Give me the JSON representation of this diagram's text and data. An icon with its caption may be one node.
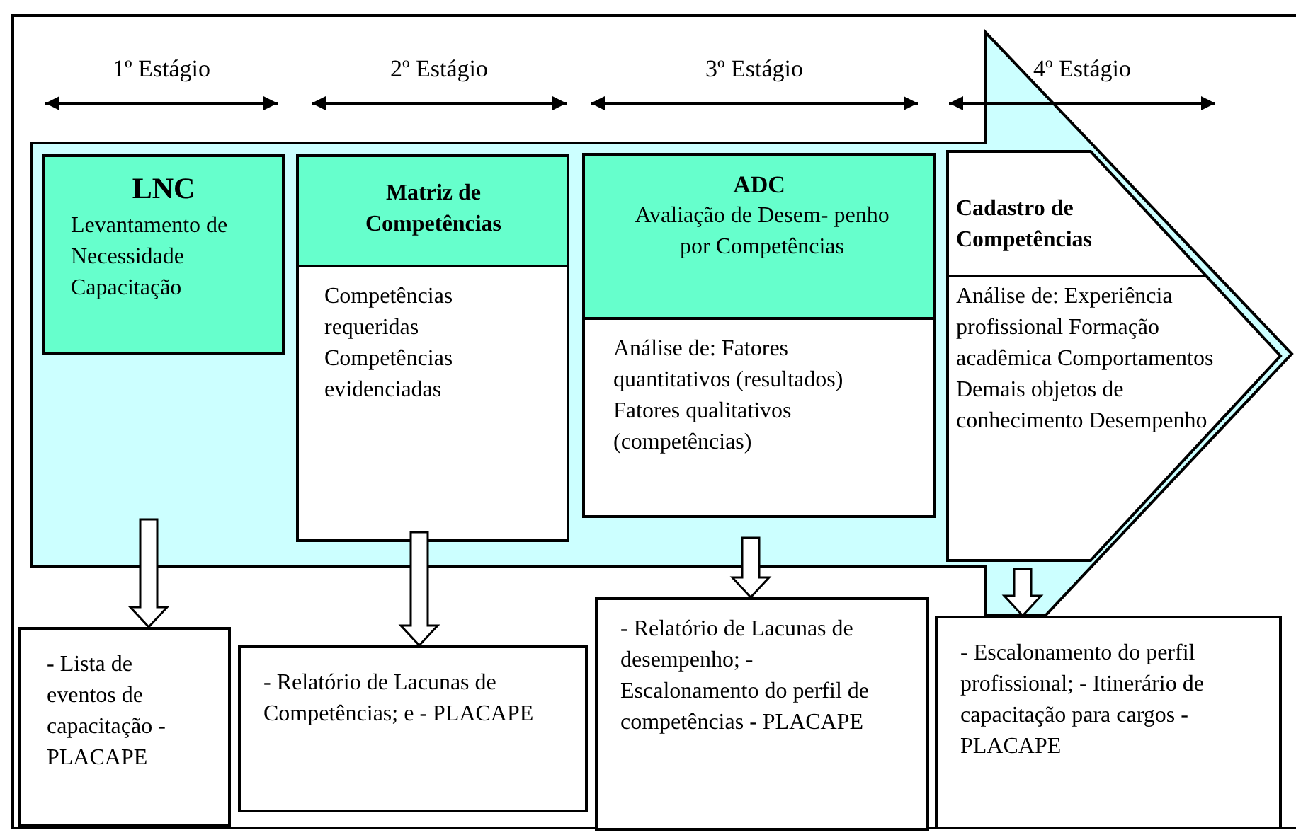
{
  "diagram": {
    "nodes": [
      {
        "text": [],
        "shape": "arrow"
      },
      {
        "text": [
          "LNC",
          "Levantamento de Necessidade Capacitação"
        ],
        "in": 0
      },
      {
        "text": [
          "Matriz de Competências",
          "Competências requeridas Competências evidenciadas"
        ],
        "in": 0
      },
      {
        "text": [
          "ADC",
          "Avaliação de Desem- penho por Competências",
          "Análise de: Fatores quantitativos (resultados) Fatores qualitativos (competências)"
        ],
        "in": 0
      },
      {
        "text": [
          "Cadastro de Competências",
          "Análise de: Experiência profissional Formação acadêmica Comportamentos Demais objetos de conhecimento Desempenho"
        ],
        "in": 0
      },
      {
        "text": [
          "- Lista de eventos de capacitação - PLACAPE"
        ]
      },
      {
        "text": [
          "- Relatório de Lacunas de Competências; e - PLACAPE"
        ]
      },
      {
        "text": [
          "- Relatório de Lacunas de desempenho; - Escalonamento do perfil de competências - PLACAPE"
        ]
      },
      {
        "text": [
          "- Escalonamento do perfil profissional; - Itinerário de capacitação para cargos - PLACAPE"
        ]
      }
    ],
    "edges": [
      {
        "from": 0,
        "to": 5,
        "arrow": "to"
      },
      {
        "from": 0,
        "to": 6,
        "arrow": "to"
      },
      {
        "from": 0,
        "to": 7,
        "arrow": "to"
      },
      {
        "from": 0,
        "to": 8,
        "arrow": "to"
      }
    ],
    "labels": [
      "1º Estágio",
      "2º Estágio",
      "3º Estágio",
      "4º Estágio"
    ]
  }
}
